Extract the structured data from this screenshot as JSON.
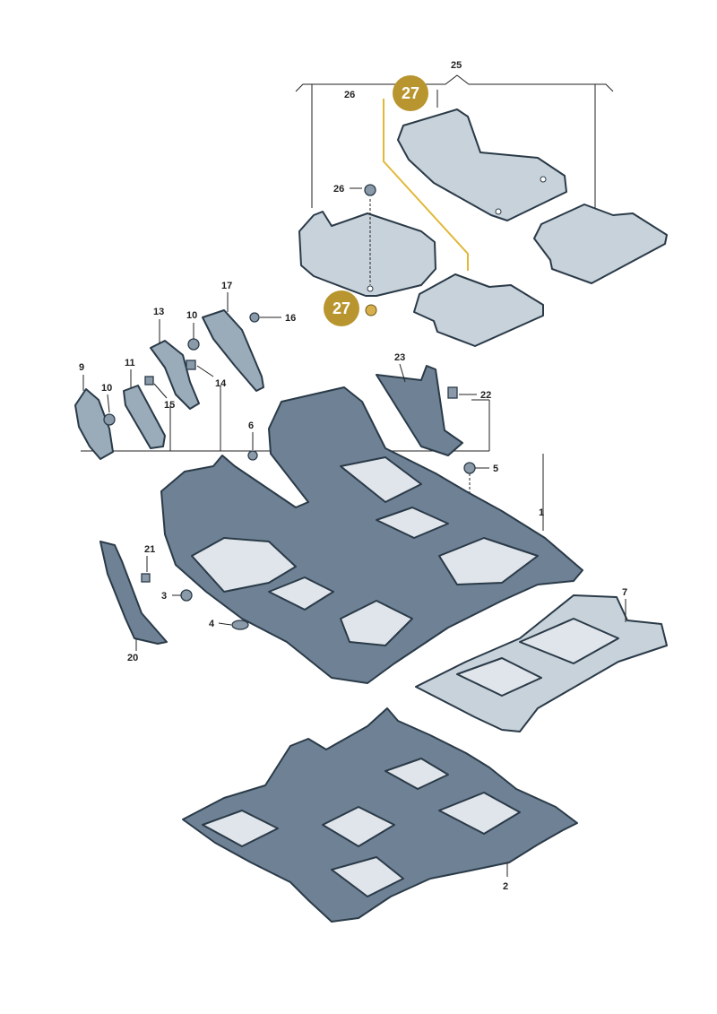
{
  "diagram": {
    "callouts": {
      "c1": "1",
      "c2": "2",
      "c3": "3",
      "c4": "4",
      "c5": "5",
      "c6": "6",
      "c7": "7",
      "c9": "9",
      "c10a": "10",
      "c10b": "10",
      "c11": "11",
      "c13": "13",
      "c14": "14",
      "c15": "15",
      "c16": "16",
      "c17": "17",
      "c20": "20",
      "c21": "21",
      "c22": "22",
      "c23": "23",
      "c25": "25",
      "c26a": "26",
      "c26b": "26"
    },
    "badges": {
      "b1": "27",
      "b2": "27"
    },
    "colors": {
      "badge": "#b8952e",
      "highlight_line": "#e0b93a",
      "part_outline": "#2a3a48",
      "part_fill": "#9aabb9"
    }
  }
}
